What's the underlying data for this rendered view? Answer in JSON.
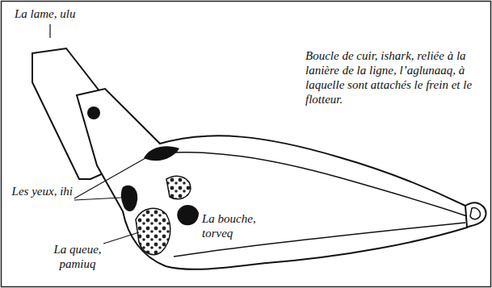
{
  "diagram": {
    "labels": [
      "La lame, ulu",
      "Boucle de cuir, ishark, reliée à la lanière de la ligne, l’aglunaaq, à laquelle sont attachés le frein et le flotteur.",
      "Les yeux, ihi",
      "La bouche, torveq",
      "La queue, pamiuq"
    ]
  }
}
